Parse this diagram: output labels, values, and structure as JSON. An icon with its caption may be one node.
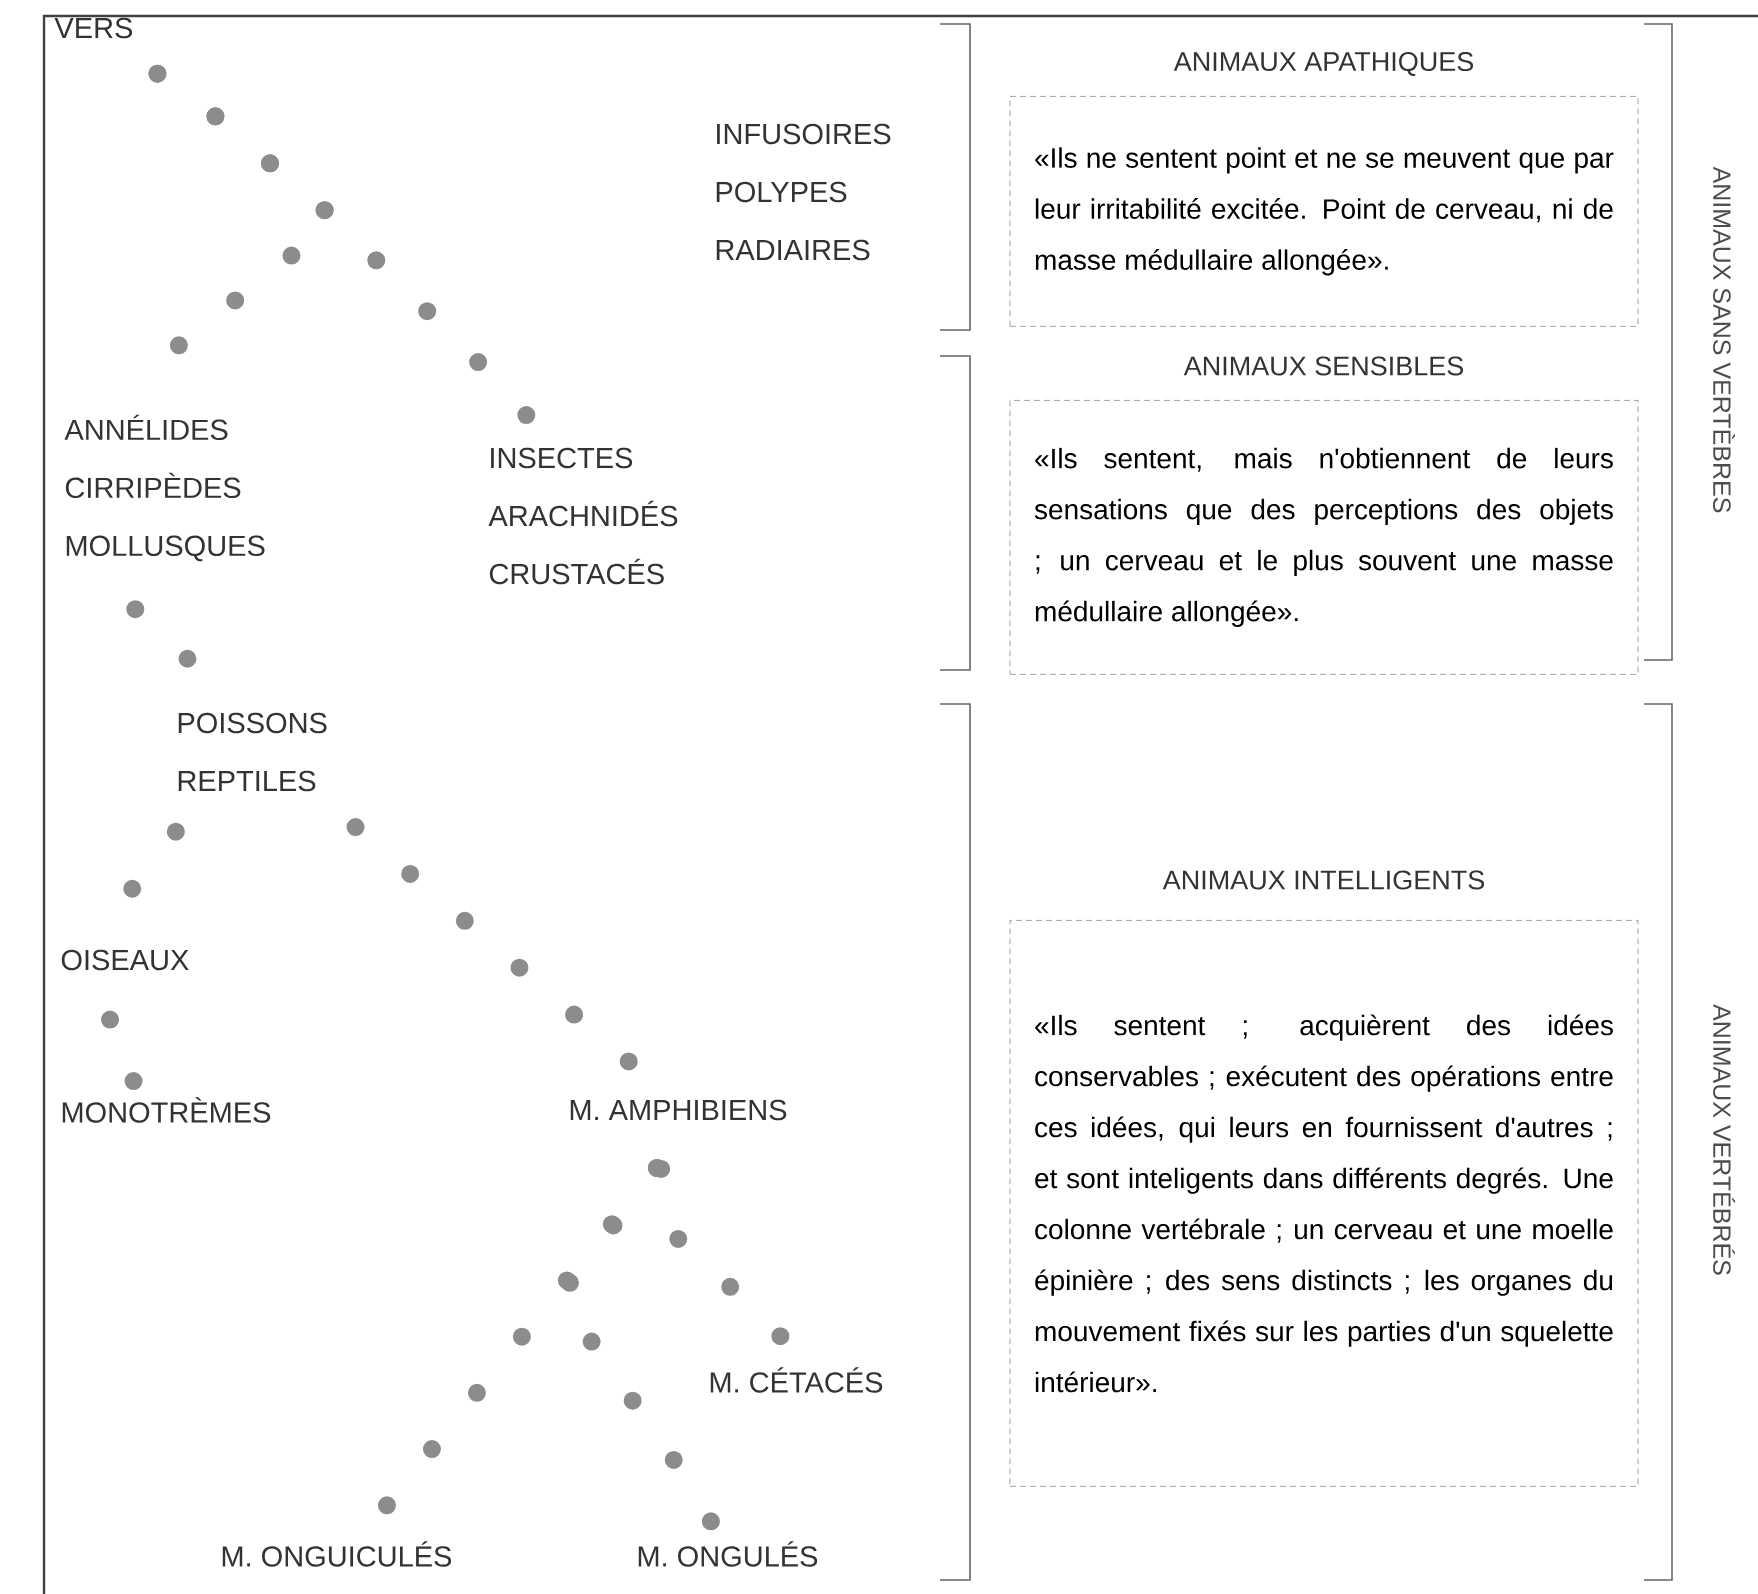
{
  "diagram": {
    "nodes": [
      {
        "text": [
          "VERS"
        ]
      },
      {
        "text": [
          "INFUSOIRES",
          "POLYPES",
          "RADIAIRES"
        ]
      },
      {
        "text": [
          "ANNÉLIDES",
          "CIRRIPÈDES",
          "MOLLUSQUES"
        ]
      },
      {
        "text": [
          "INSECTES",
          "ARACHNIDÉS",
          "CRUSTACÉS"
        ]
      },
      {
        "text": [
          "POISSONS",
          "REPTILES"
        ]
      },
      {
        "text": [
          "OISEAUX"
        ]
      },
      {
        "text": [
          "MONOTRÈMES"
        ]
      },
      {
        "text": [
          "M. AMPHIBIENS"
        ]
      },
      {
        "text": [
          "M. CÉTACÉS"
        ]
      },
      {
        "text": [
          "M. ONGUICULÉS"
        ]
      },
      {
        "text": [
          "M. ONGULÉS"
        ]
      },
      {
        "text": [
          "ANIMAUX APATHIQUES",
          "«Ils ne sentent point et ne se meuvent que par leur irritabilité excitée. Point de cerveau, ni de masse médullaire allongée»."
        ]
      },
      {
        "text": [
          "ANIMAUX SENSIBLES",
          "«Ils sentent, mais n'obtiennent de leurs sensations que des perceptions des objets ; un cerveau et le plus souvent une masse médullaire allongée»."
        ]
      },
      {
        "text": [
          "ANIMAUX INTELLIGENTS",
          "«Ils sentent ; acquièrent des idées conservables ; exécutent des opérations entre ces idées, qui leurs en fournissent d'autres ; et sont inteligents dans différents degrés. Une colonne vertébrale ; un cerveau et une moelle épinière ; des sens distincts ; les organes du mouvement fixés sur les parties d'un squelette intérieur»."
        ]
      }
    ],
    "edges": [
      {
        "from": 0,
        "to": 2,
        "arrow": "none"
      },
      {
        "from": 0,
        "to": 3,
        "arrow": "none"
      },
      {
        "from": 2,
        "to": 4,
        "arrow": "none"
      },
      {
        "from": 4,
        "to": 5,
        "arrow": "none"
      },
      {
        "from": 5,
        "to": 6,
        "arrow": "none"
      },
      {
        "from": 4,
        "to": 7,
        "arrow": "none"
      },
      {
        "from": 7,
        "to": 8,
        "arrow": "none"
      },
      {
        "from": 7,
        "to": 9,
        "arrow": "none"
      },
      {
        "from": 7,
        "to": 10,
        "arrow": "none"
      }
    ],
    "labels": [
      "ANIMAUX SANS VERTÈBRES",
      "ANIMAUX VERTÉBRÉS"
    ]
  }
}
